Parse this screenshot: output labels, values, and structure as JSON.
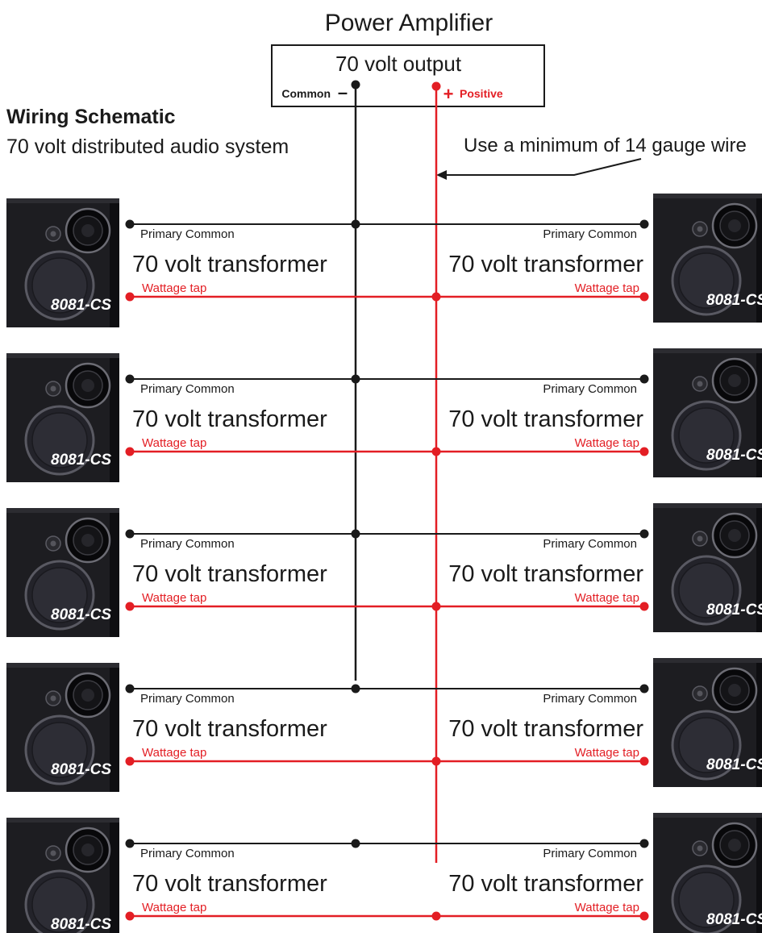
{
  "amplifier": {
    "title": "Power Amplifier",
    "output_label": "70 volt output",
    "common_label": "Common",
    "common_symbol": "–",
    "positive_label": "Positive",
    "positive_symbol": "+"
  },
  "header": {
    "title": "Wiring Schematic",
    "subtitle": "70 volt distributed audio system"
  },
  "wire_note": "Use a minimum of 14 gauge wire",
  "speaker_model": "8081-CS",
  "transformer": {
    "label": "70 volt transformer",
    "common_label": "Primary Common",
    "tap_label": "Wattage tap"
  },
  "speaker_rows": 5,
  "colors": {
    "common_wire": "#1a1a1a",
    "positive_wire": "#e31e24",
    "speaker_body": "#1d1d21",
    "text": "#1a1a1a"
  }
}
